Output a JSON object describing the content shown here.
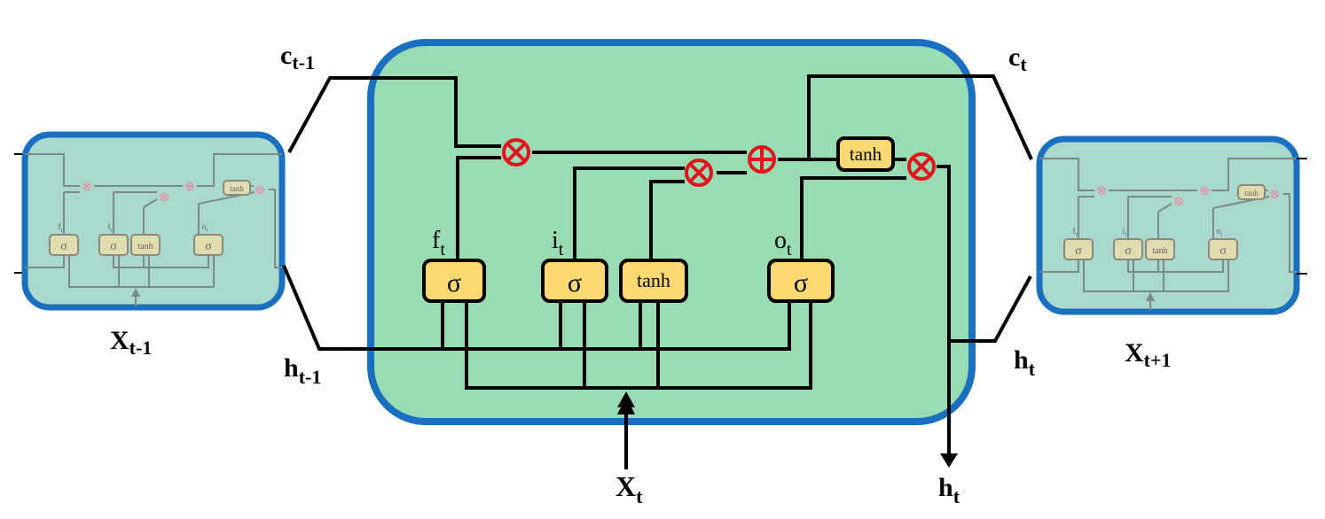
{
  "labels": {
    "c_prev": {
      "base": "c",
      "sub": "t-1"
    },
    "c_curr": {
      "base": "c",
      "sub": "t"
    },
    "h_prev": {
      "base": "h",
      "sub": "t-1"
    },
    "h_curr_right": {
      "base": "h",
      "sub": "t"
    },
    "h_curr_bottom": {
      "base": "h",
      "sub": "t"
    },
    "x_curr": {
      "base": "X",
      "sub": "t"
    },
    "x_prev": {
      "base": "X",
      "sub": "t-1"
    },
    "x_next": {
      "base": "X",
      "sub": "t+1"
    }
  },
  "gates": {
    "forget": {
      "symbol": "σ",
      "label_base": "f",
      "label_sub": "t"
    },
    "input": {
      "symbol": "σ",
      "label_base": "i",
      "label_sub": "t"
    },
    "candidate": {
      "symbol": "tanh"
    },
    "output": {
      "symbol": "σ",
      "label_base": "o",
      "label_sub": "t"
    },
    "cell_tanh": {
      "symbol": "tanh"
    }
  },
  "operators": {
    "multiply": "⊗",
    "add": "⊕"
  },
  "colors": {
    "cell_fill": "#99dbb2",
    "cell_border": "#1a6fbf",
    "neighbor_fill": "#a9d8cf",
    "gate_fill": "#fcd973",
    "operator_red": "#e1141e",
    "line": "#000000",
    "neighbor_line": "#7a8a8a"
  }
}
